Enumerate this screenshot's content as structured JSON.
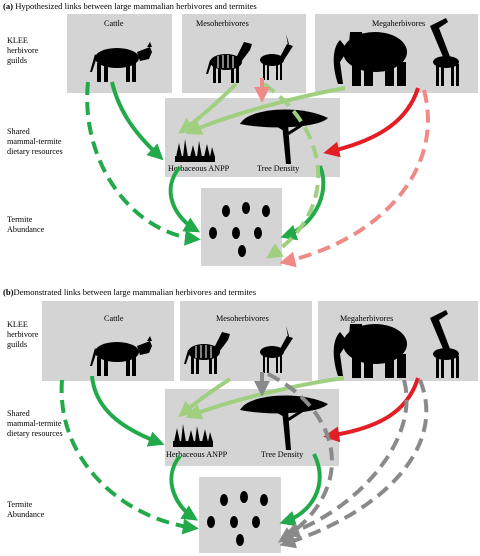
{
  "panel_a": {
    "letter": "(a)",
    "title": "Hypothesized links between large mammalian herbivores and termites"
  },
  "panel_b": {
    "letter": "(b)",
    "title": "Demonstrated links between large mammalian herbivores and termites"
  },
  "row_labels": {
    "guilds": "KLEE herbivore guilds",
    "resources": "Shared mammal-termite dietary resources",
    "termites": "Termite Abundance"
  },
  "guilds": {
    "cattle": "Cattle",
    "meso": "Mesoherbivores",
    "mega": "Megaherbivores"
  },
  "resources": {
    "anpp": "Herbaceous ANPP",
    "tree": "Tree Density"
  },
  "colors": {
    "box": "#d4d4d4",
    "green": "#22aa4a",
    "light_green": "#9fcf7f",
    "red": "#e31e24",
    "pink": "#ef8a86",
    "gray": "#8a8a8a"
  }
}
